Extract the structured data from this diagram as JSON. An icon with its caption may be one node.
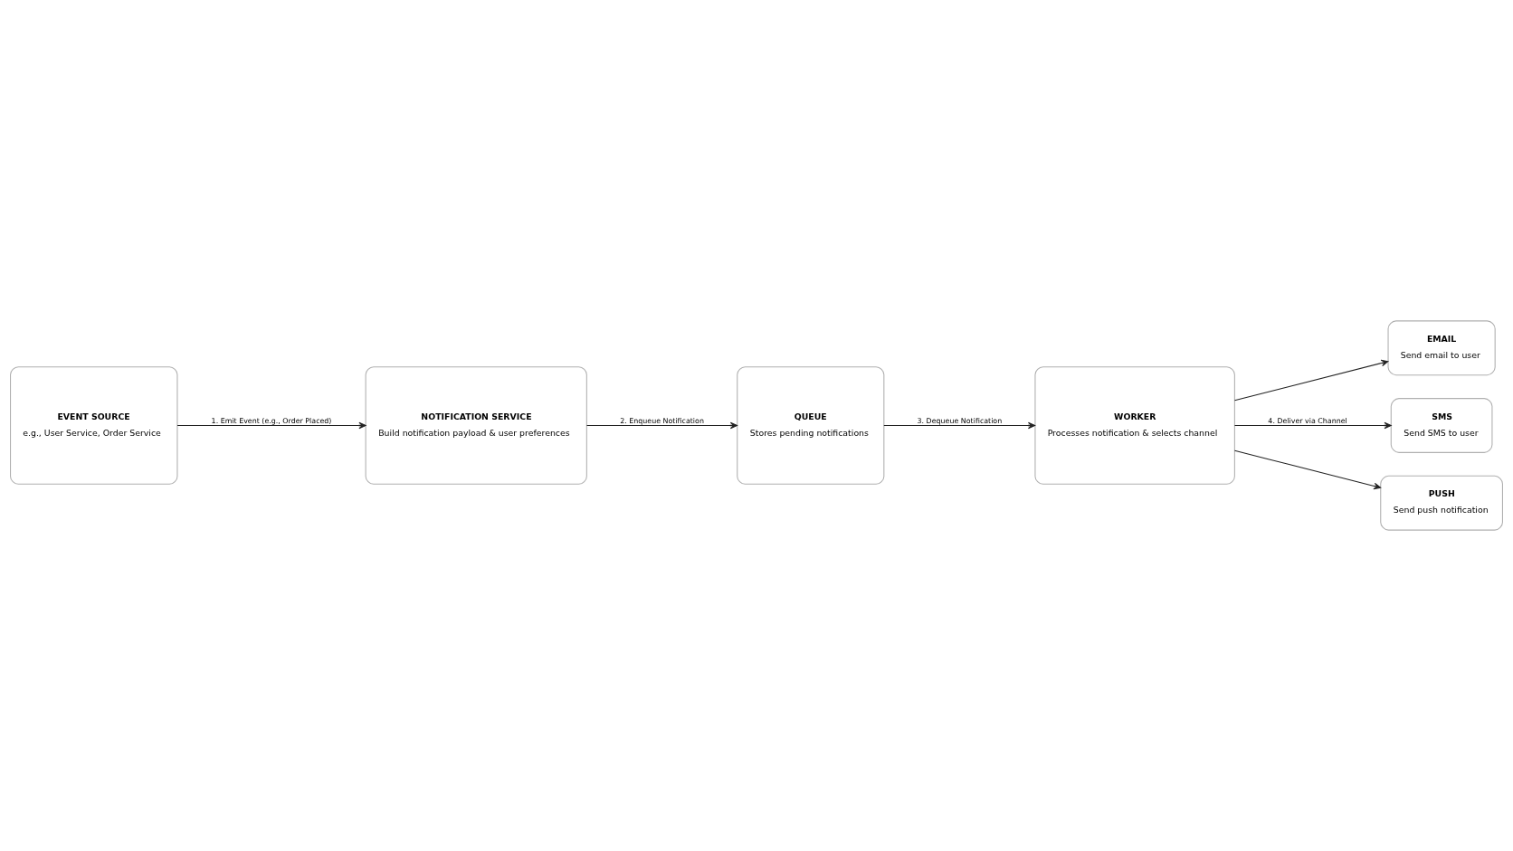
{
  "diagram": {
    "nodes": [
      {
        "text": [
          "EVENT SOURCE",
          "e.g., User Service, Order Service"
        ]
      },
      {
        "text": [
          "NOTIFICATION SERVICE",
          "Build notification payload & user preferences"
        ]
      },
      {
        "text": [
          "QUEUE",
          "Stores pending notifications"
        ]
      },
      {
        "text": [
          "WORKER",
          "Processes notification & selects channel"
        ]
      },
      {
        "text": [
          "EMAIL",
          "Send email to user"
        ]
      },
      {
        "text": [
          "SMS",
          "Send SMS to user"
        ]
      },
      {
        "text": [
          "PUSH",
          "Send push notification"
        ]
      }
    ],
    "edges": [
      {
        "from": 0,
        "to": 1,
        "arrow": "to",
        "label": "1. Emit Event (e.g., Order Placed)"
      },
      {
        "from": 1,
        "to": 2,
        "arrow": "to",
        "label": "2. Enqueue Notification"
      },
      {
        "from": 2,
        "to": 3,
        "arrow": "to",
        "label": "3. Dequeue Notification"
      },
      {
        "from": 3,
        "to": 4,
        "arrow": "to"
      },
      {
        "from": 3,
        "to": 5,
        "arrow": "to",
        "label": "4. Deliver via Channel"
      },
      {
        "from": 3,
        "to": 6,
        "arrow": "to"
      }
    ]
  }
}
